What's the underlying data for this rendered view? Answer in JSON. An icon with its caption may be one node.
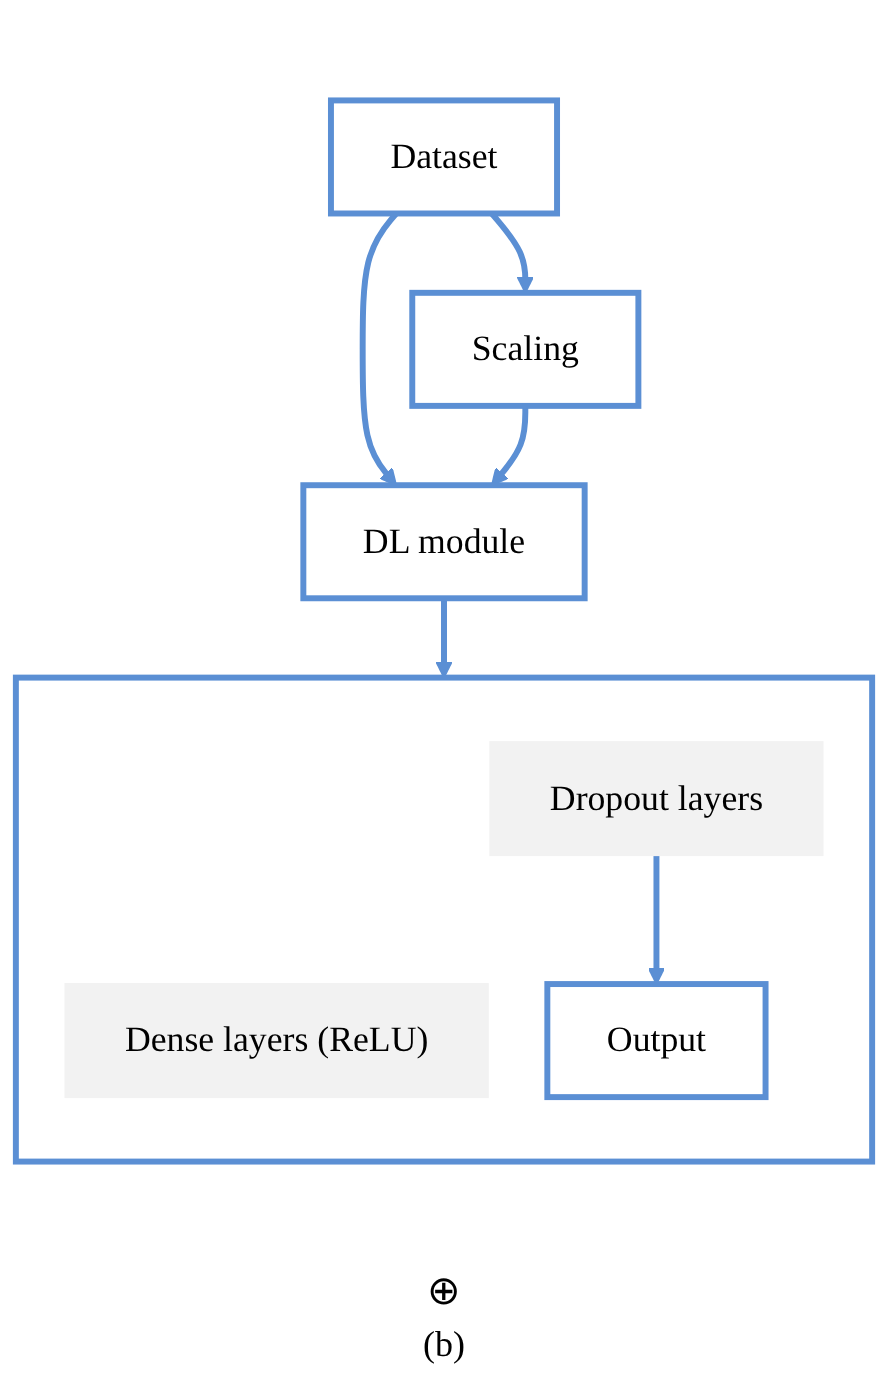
{
  "diagram": {
    "caption": "(b)",
    "nodes": [
      {
        "text": [
          "Dataset"
        ]
      },
      {
        "text": [
          "Scaling"
        ]
      },
      {
        "text": [
          "DL module"
        ]
      },
      {
        "text": [],
        "shape": "box"
      },
      {
        "text": [
          "Dense layers (ReLU)"
        ],
        "in": 3
      },
      {
        "text": [
          "Dropout layers"
        ],
        "in": 3
      },
      {
        "text": [
          "Output"
        ],
        "in": 3
      }
    ],
    "edges": [
      {
        "from": 0,
        "to": 2,
        "arrow": "to"
      },
      {
        "from": 0,
        "to": 1,
        "arrow": "to"
      },
      {
        "from": 1,
        "to": 2,
        "arrow": "to"
      },
      {
        "from": 2,
        "to": 3,
        "arrow": "to"
      },
      {
        "from": 5,
        "to": 6,
        "arrow": "to"
      }
    ],
    "labels": [
      "⊕"
    ]
  }
}
